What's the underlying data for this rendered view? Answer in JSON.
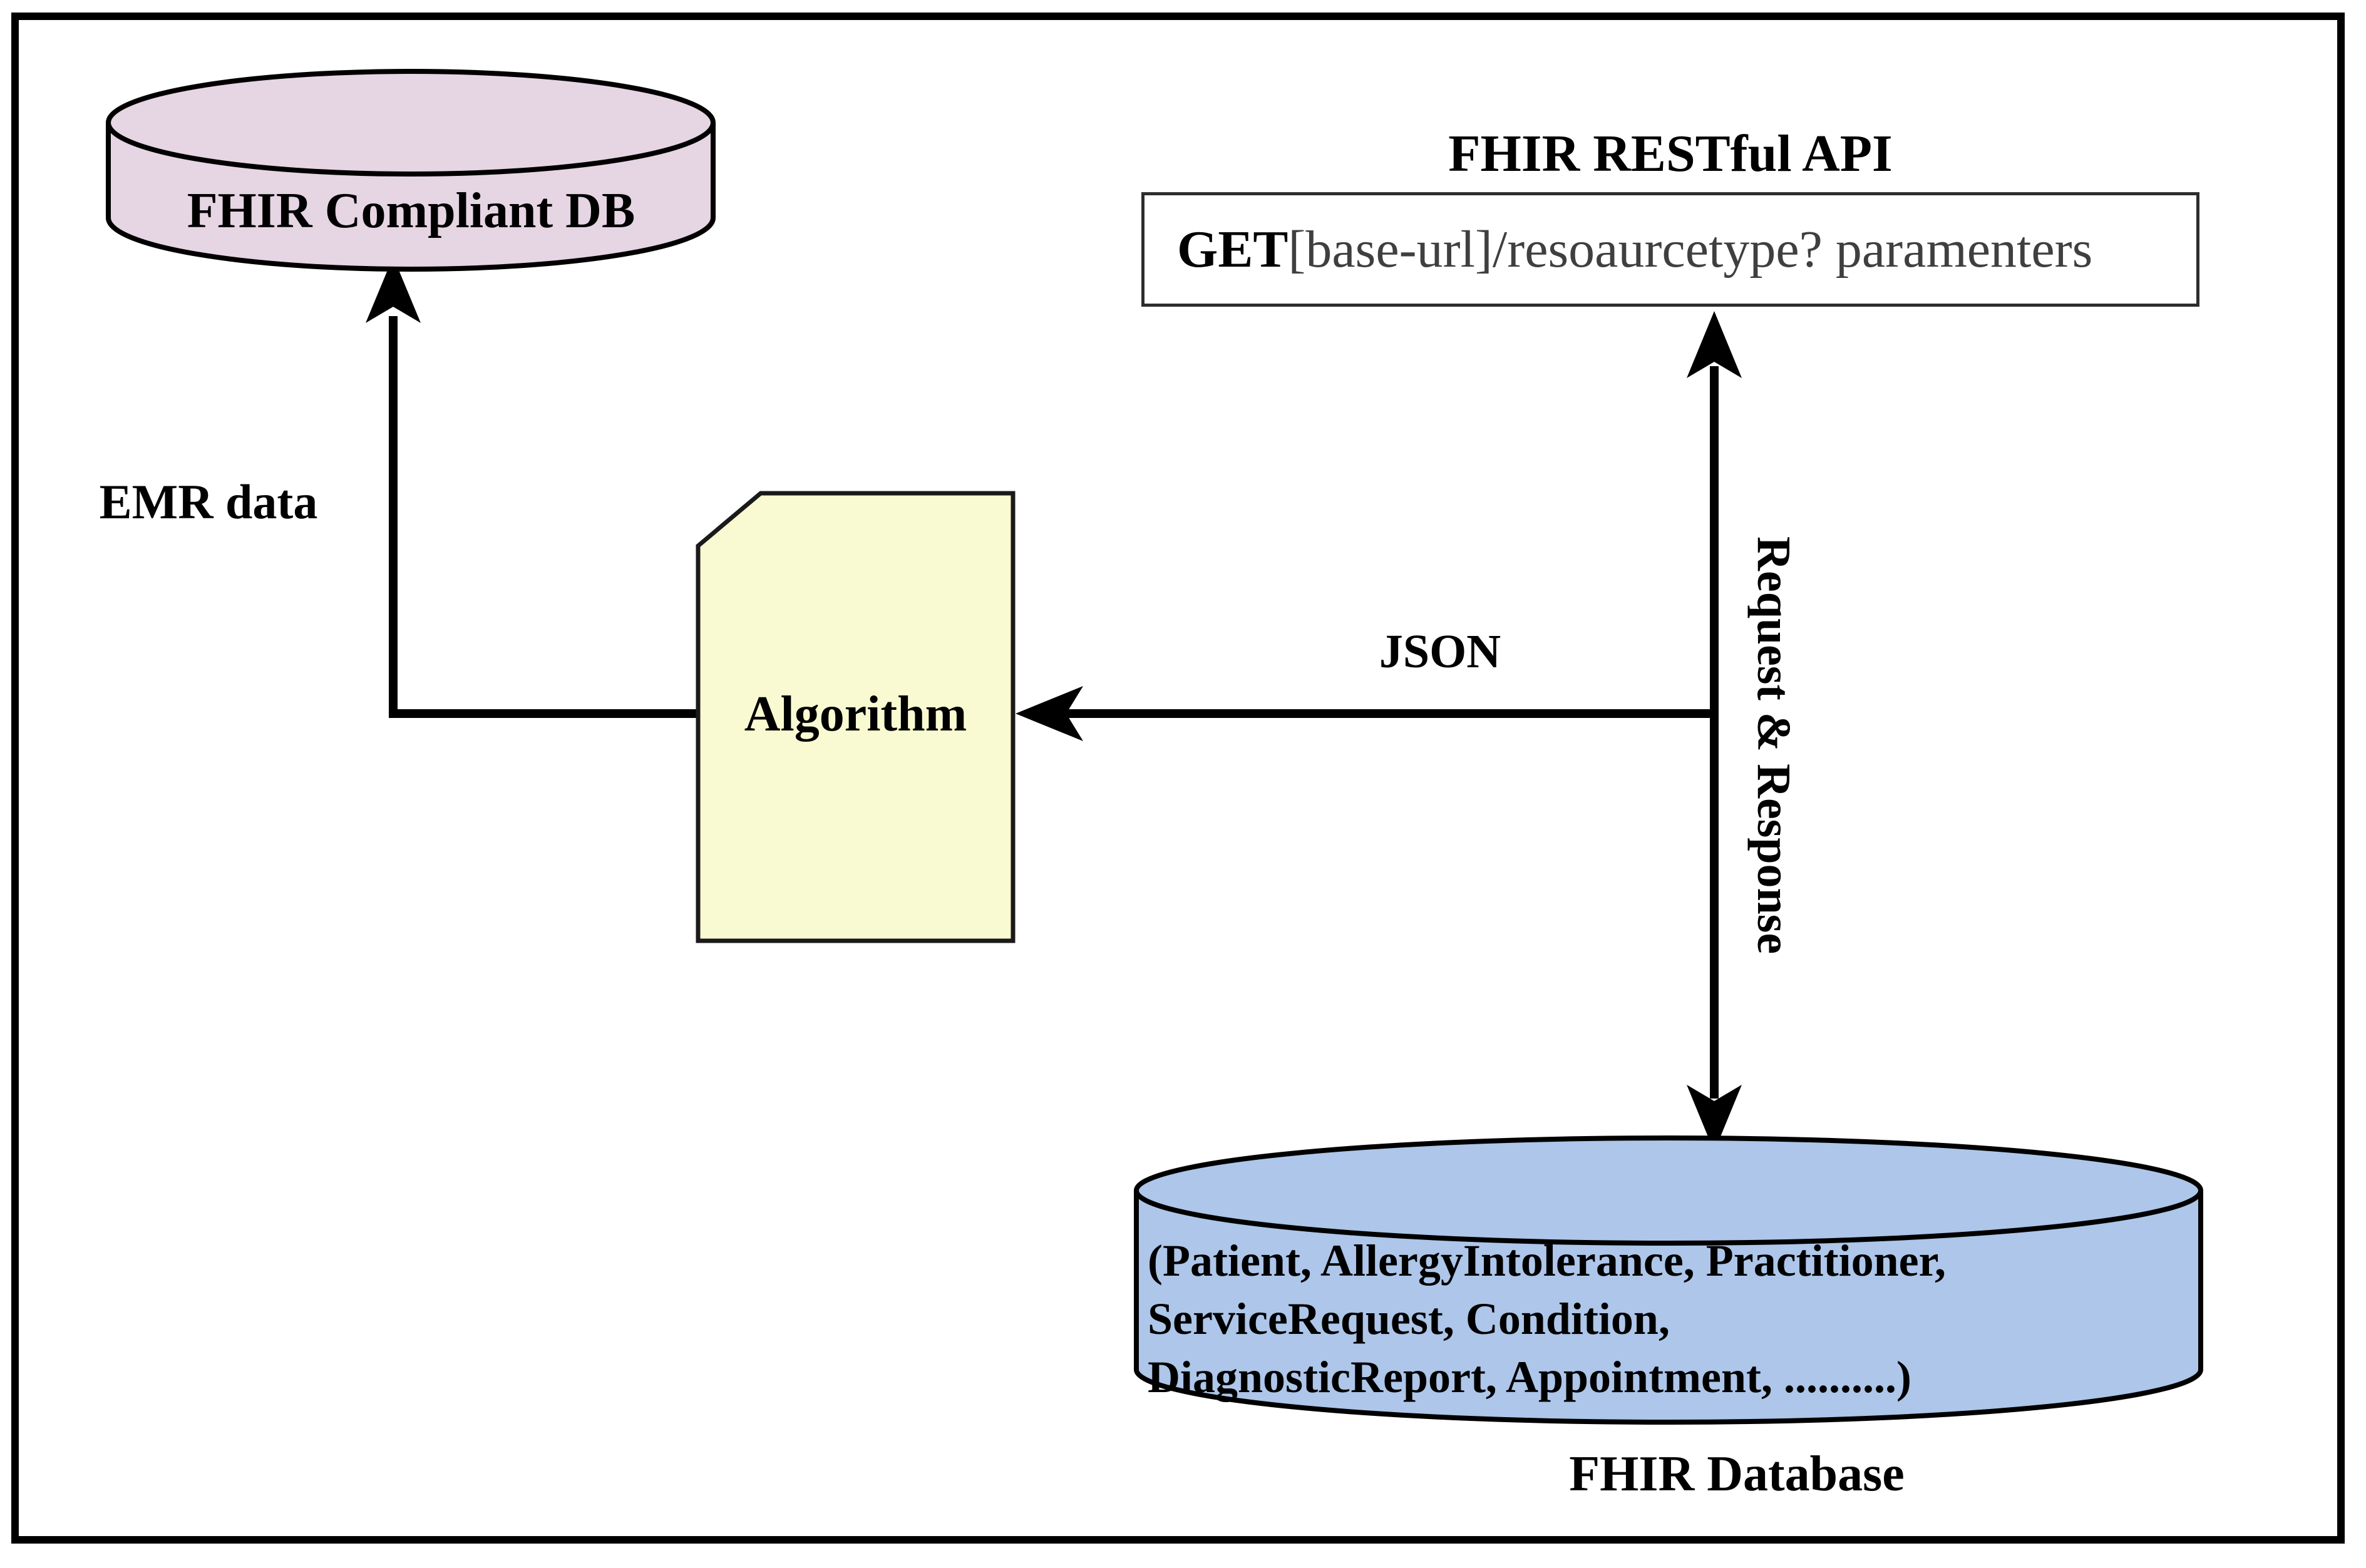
{
  "diagram": {
    "api": {
      "title": "FHIR RESTful API",
      "request": {
        "method": "GET",
        "path": "[base-url]/resoaurcetype? paramenters"
      }
    },
    "nodes": {
      "fhir_compliant_db": {
        "label": "FHIR Compliant DB"
      },
      "algorithm": {
        "label": "Algorithm"
      },
      "fhir_database": {
        "caption": "FHIR Database",
        "contents": [
          "(Patient, AllergyIntolerance, Practitioner,",
          "ServiceRequest, Condition,",
          "DiagnosticReport, Appointment, ..........)"
        ]
      }
    },
    "edges": {
      "emr_data_label": "EMR data",
      "json_label": "JSON",
      "request_response_label": "Request & Response"
    },
    "colors": {
      "compliant_db_fill": "#E6D5E3",
      "algorithm_fill": "#FAFAD2",
      "fhir_database_fill": "#ADC6E9",
      "stroke": "#000000",
      "frame": "#000000",
      "request_path_text": "#3f3f3f"
    }
  }
}
